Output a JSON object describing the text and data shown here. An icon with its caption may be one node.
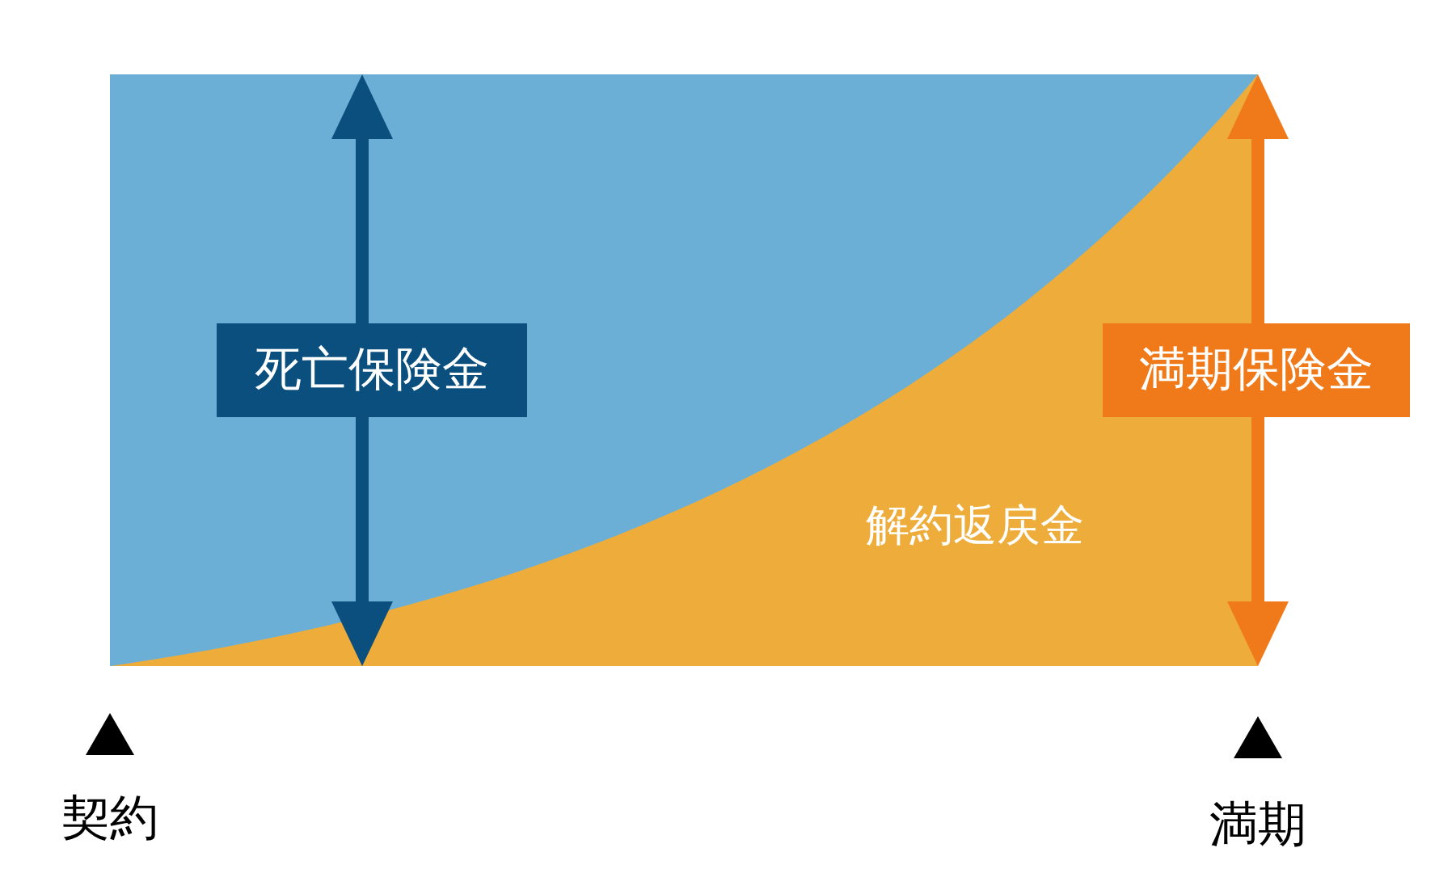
{
  "diagram": {
    "nodes": [
      {
        "text": [
          "死亡保険金"
        ]
      },
      {
        "text": [
          "満期保険金"
        ]
      }
    ],
    "edges": [],
    "labels": [
      "解約返戻金",
      "契約",
      "満期"
    ]
  }
}
